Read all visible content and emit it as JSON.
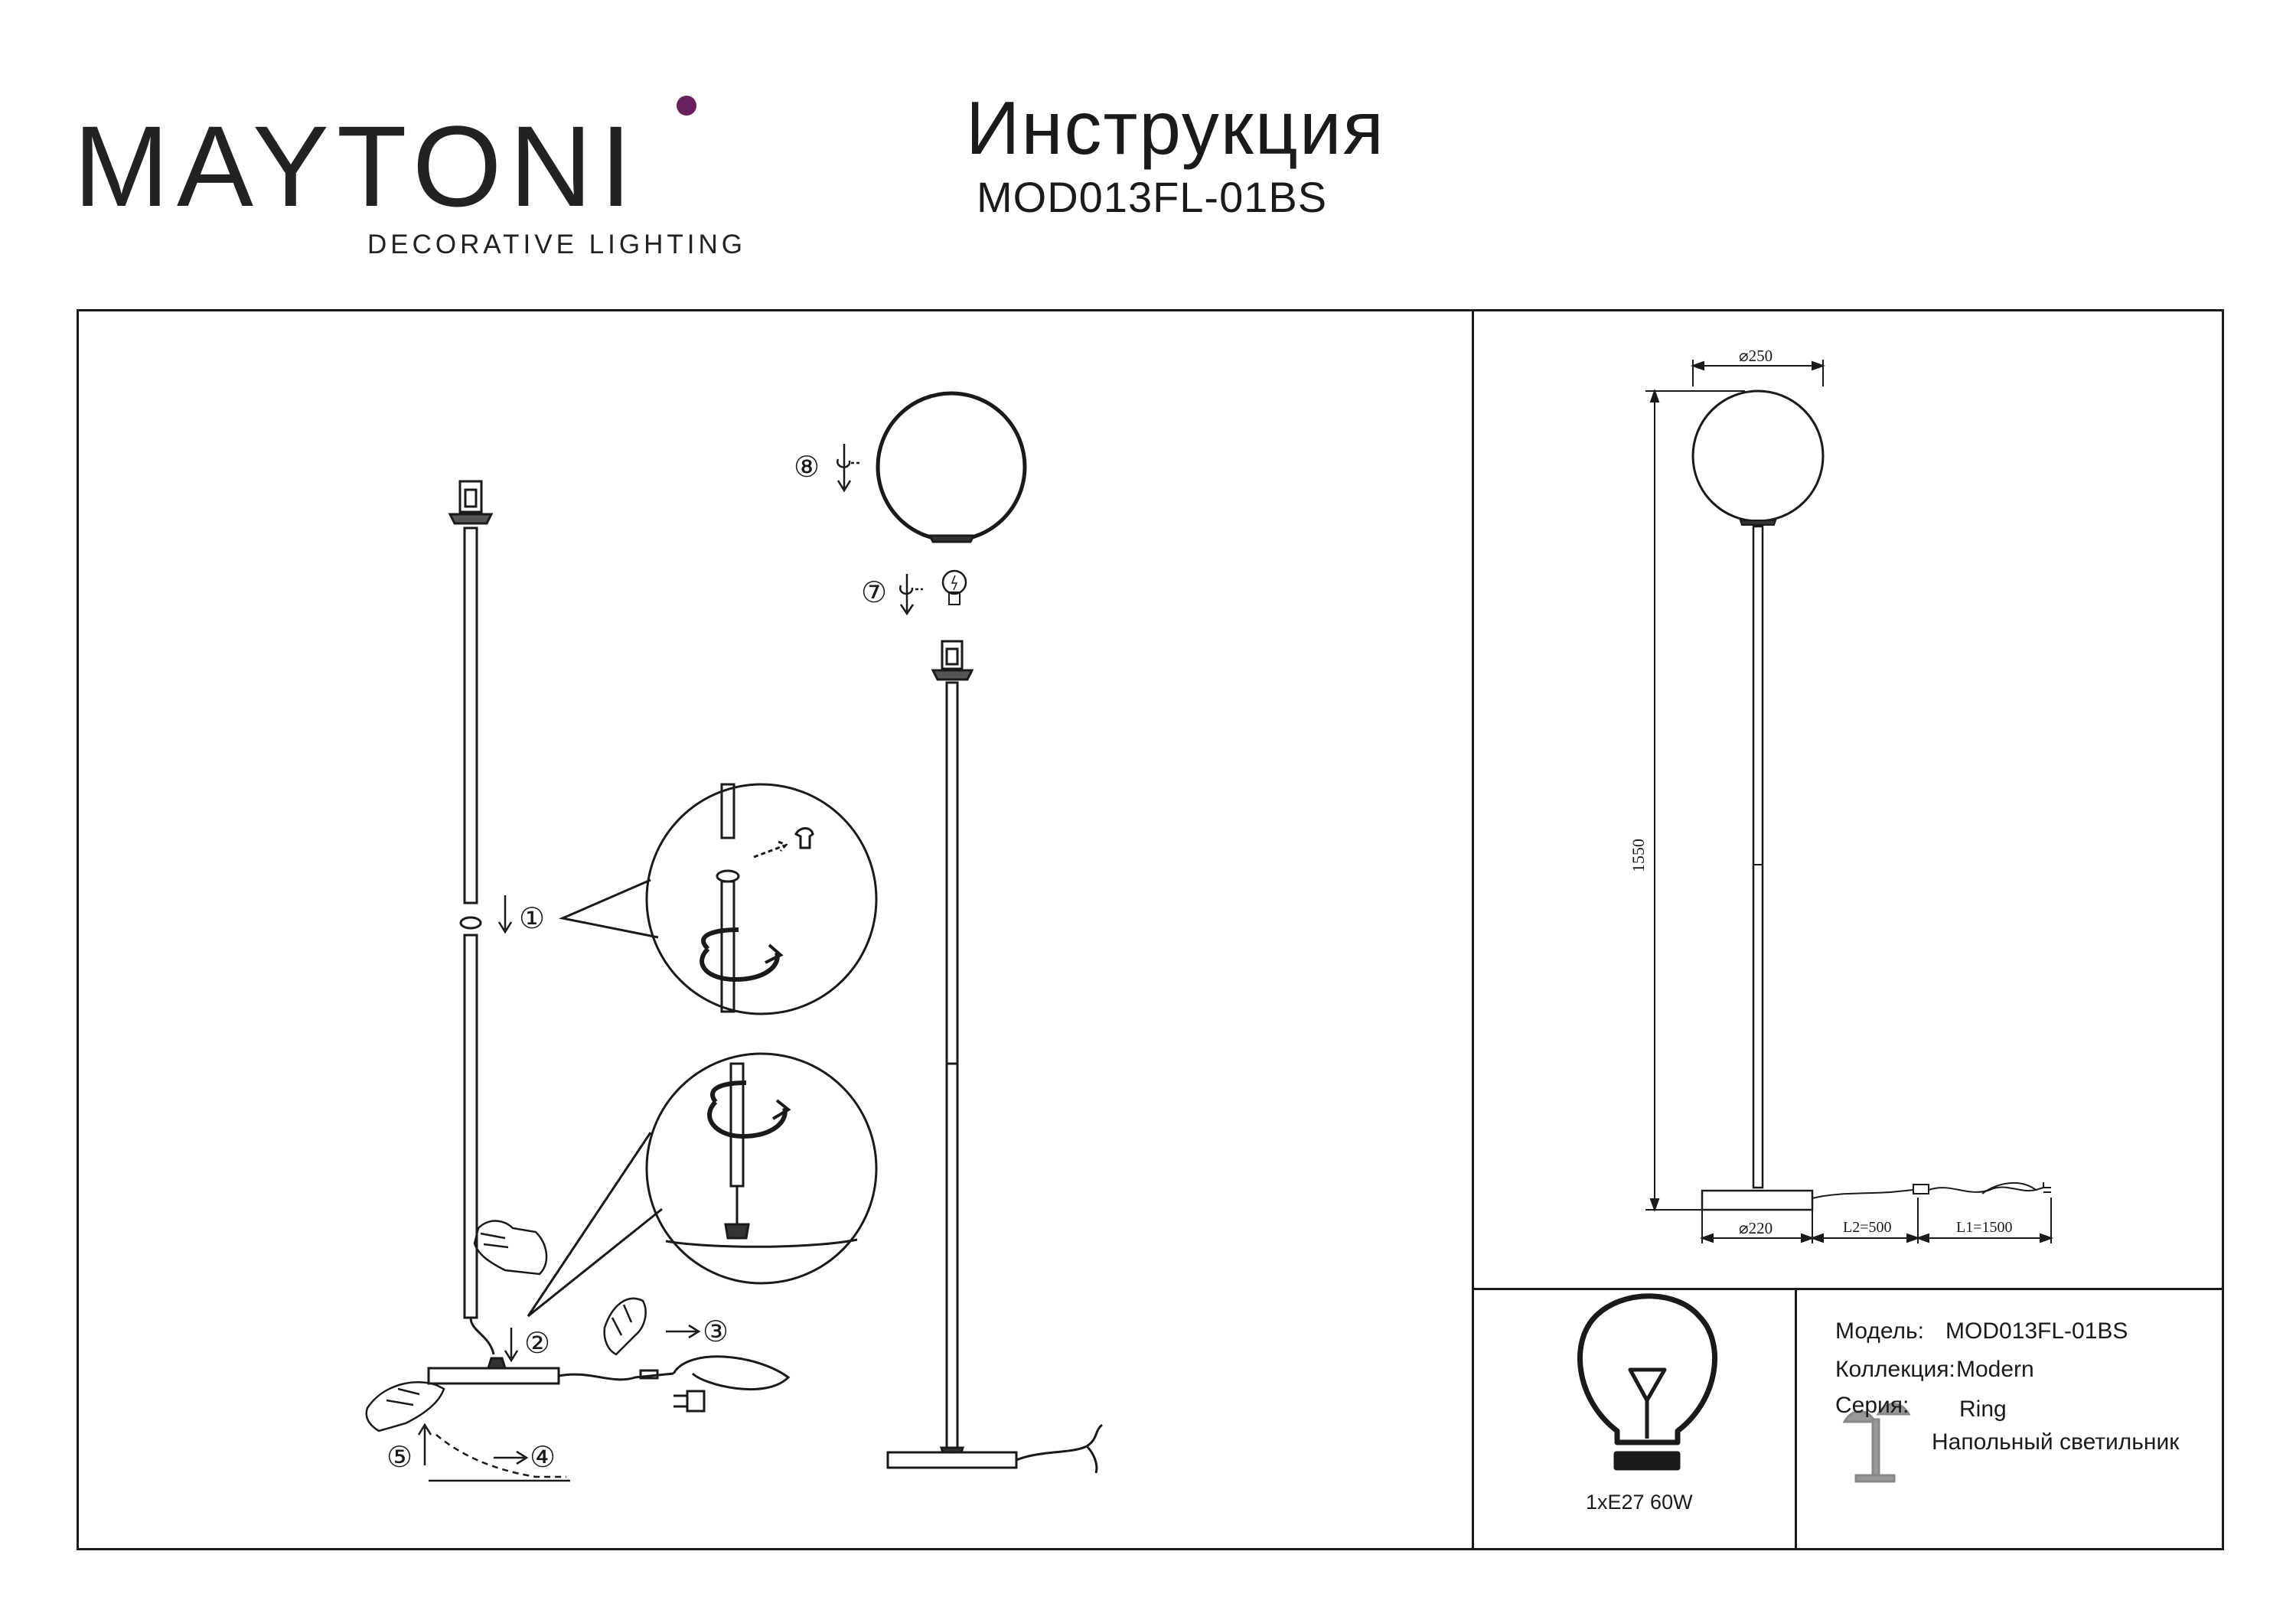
{
  "brand": {
    "name": "MAYTONI",
    "tagline": "DECORATIVE LIGHTING",
    "accent_color": "#6a1f5e"
  },
  "header": {
    "title": "Инструкция",
    "model": "MOD013FL-01BS"
  },
  "steps": [
    "①",
    "②",
    "③",
    "④",
    "⑤",
    "⑦",
    "⑧"
  ],
  "dimensions": {
    "shade_diameter": "⌀250",
    "height": "1550",
    "base_diameter": "⌀220",
    "cable_l2": "L2=500",
    "cable_l1": "L1=1500"
  },
  "bulb": {
    "label": "1xE27 60W",
    "icon": "lightbulb-icon"
  },
  "specs": {
    "model_label": "Модель:",
    "model_value": "MOD013FL-01BS",
    "collection_label": "Коллекция:",
    "collection_value": "Modern",
    "series_label": "Серия:",
    "series_value": "Ring",
    "type_value": "Напольный светильник",
    "type_icon": "floor-lamp-icon"
  }
}
